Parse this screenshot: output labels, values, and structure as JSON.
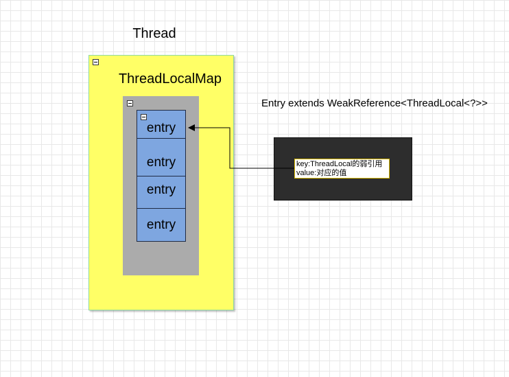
{
  "thread": {
    "title": "Thread"
  },
  "thread_local_map": {
    "title": "ThreadLocalMap"
  },
  "entries": [
    "entry",
    "entry",
    "entry",
    "entry"
  ],
  "entry_class_label": "Entry extends WeakReference<ThreadLocal<?>>",
  "note": {
    "line1": "key:ThreadLocal的弱引用",
    "line2": "value:对应的值"
  },
  "colors": {
    "thread_fill": "#ffff66",
    "map_fill": "#ababab",
    "entry_fill": "#7ea6e0",
    "dark_box_fill": "#2d2d2d",
    "note_border": "#d6b600"
  }
}
